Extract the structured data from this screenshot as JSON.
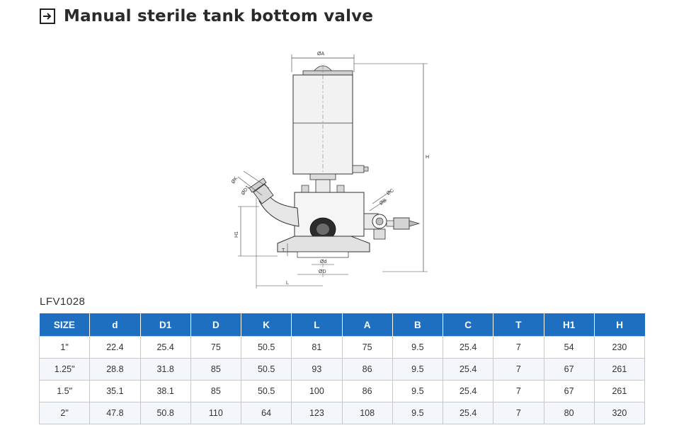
{
  "page": {
    "title": "Manual sterile tank bottom valve",
    "title_icon": "arrow-right-box-icon",
    "model": "LFV1028"
  },
  "drawing": {
    "labels": {
      "phiA": "ØA",
      "H": "H",
      "phiK": "ØK",
      "phiD1": "ØD1",
      "phiC": "ØC",
      "phiB": "ØB",
      "T": "T",
      "H1": "H1",
      "phid": "Ød",
      "phiD": "ØD",
      "L": "L"
    }
  },
  "table": {
    "headers": [
      "SIZE",
      "d",
      "D1",
      "D",
      "K",
      "L",
      "A",
      "B",
      "C",
      "T",
      "H1",
      "H"
    ],
    "rows": [
      [
        "1\"",
        "22.4",
        "25.4",
        "75",
        "50.5",
        "81",
        "75",
        "9.5",
        "25.4",
        "7",
        "54",
        "230"
      ],
      [
        "1.25\"",
        "28.8",
        "31.8",
        "85",
        "50.5",
        "93",
        "86",
        "9.5",
        "25.4",
        "7",
        "67",
        "261"
      ],
      [
        "1.5\"",
        "35.1",
        "38.1",
        "85",
        "50.5",
        "100",
        "86",
        "9.5",
        "25.4",
        "7",
        "67",
        "261"
      ],
      [
        "2\"",
        "47.8",
        "50.8",
        "110",
        "64",
        "123",
        "108",
        "9.5",
        "25.4",
        "7",
        "80",
        "320"
      ]
    ]
  },
  "colors": {
    "header_bg": "#1e6fbf",
    "header_text": "#ffffff"
  }
}
